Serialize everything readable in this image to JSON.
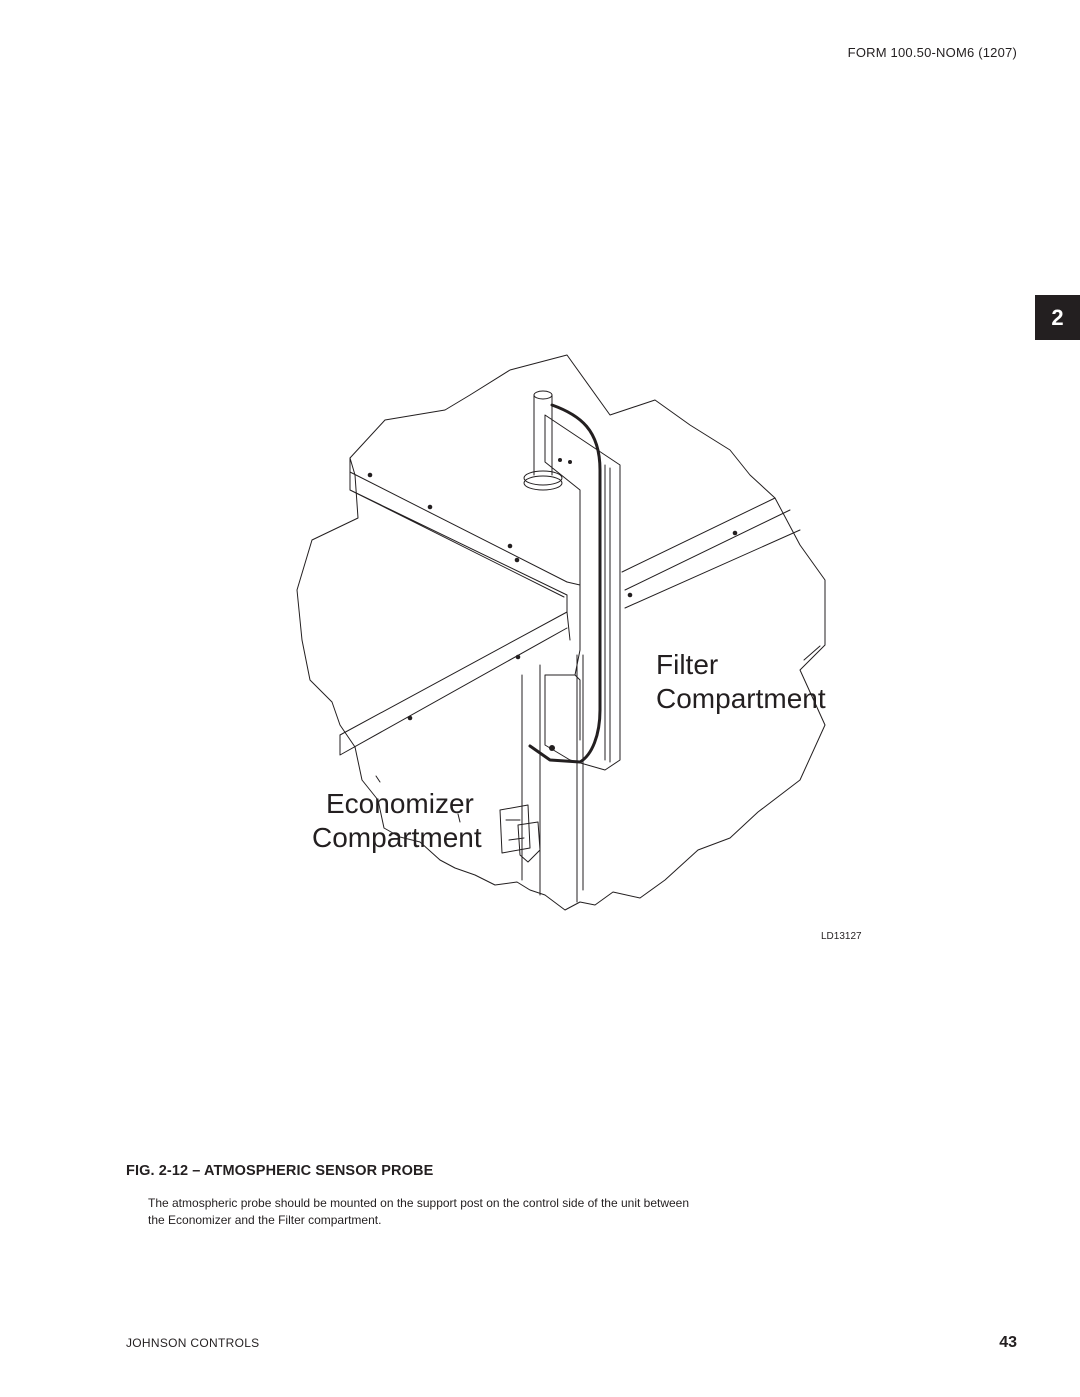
{
  "header": {
    "form_id": "FORM 100.50-NOM6 (1207)"
  },
  "section_tab": "2",
  "figure": {
    "label_filter_line1": "Filter",
    "label_filter_line2": "Compartment",
    "label_economizer_line1": "Economizer",
    "label_economizer_line2": "Compartment",
    "drawing_code": "LD13127"
  },
  "caption": {
    "title": "FIG. 2-12 – ATMOSPHERIC SENSOR PROBE",
    "body": "The atmospheric probe should be mounted on the support post on the control side of the unit between the Economizer and the Filter compartment."
  },
  "footer": {
    "company": "JOHNSON CONTROLS",
    "page_number": "43"
  }
}
